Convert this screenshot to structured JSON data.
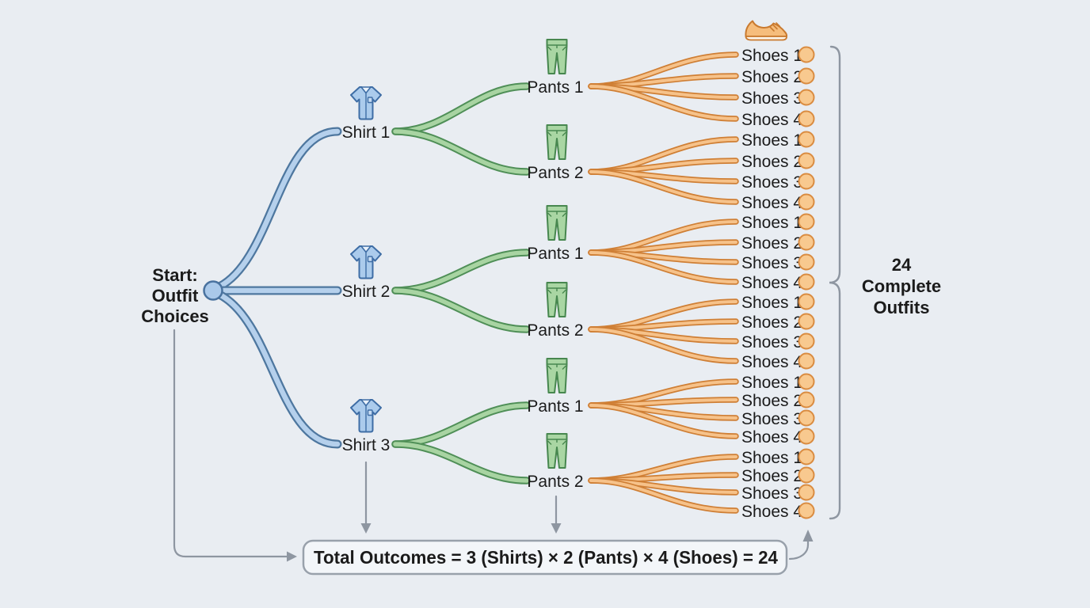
{
  "start": {
    "label_lines": [
      "Start:",
      "Outfit",
      "Choices"
    ]
  },
  "labels": {
    "shirts": [
      "Shirt 1",
      "Shirt 2",
      "Shirt 3"
    ],
    "pants": [
      "Pants 1",
      "Pants 2"
    ],
    "shoes": [
      "Shoes 1",
      "Shoes 2",
      "Shoes 3",
      "Shoes 4"
    ]
  },
  "result": {
    "lines": [
      "24",
      "Complete",
      "Outfits"
    ]
  },
  "formula": {
    "text": "Total Outcomes = 3 (Shirts) × 2 (Pants) × 4 (Shoes) = 24"
  },
  "counts": {
    "shirts": 3,
    "pants_per_shirt": 2,
    "shoes_per_pants": 4,
    "total_outfits": 24
  },
  "colors": {
    "background": "#e9edf2",
    "shirt_branch_fill": "#b5d0ec",
    "shirt_branch_outline": "#4e779f",
    "pants_branch_fill": "#a8d4a2",
    "pants_branch_outline": "#4f8f57",
    "shoes_branch_fill": "#f6c28a",
    "shoes_branch_outline": "#cf7f35",
    "marker_fill": "#f8c98f",
    "marker_outline": "#da8c41",
    "annotation_gray": "#8e96a1",
    "text": "#1b1b1b"
  }
}
